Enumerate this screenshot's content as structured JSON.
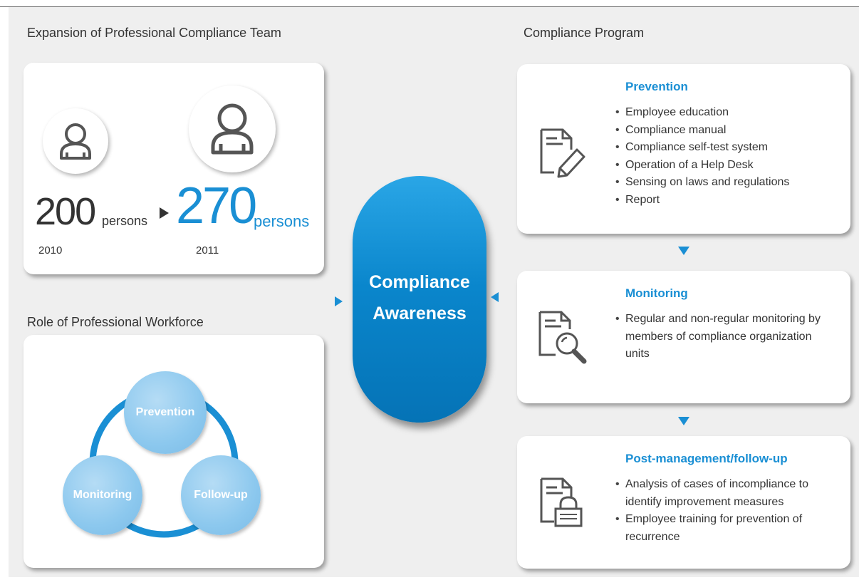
{
  "left": {
    "team_title": "Expansion of Professional Compliance Team",
    "before": {
      "count": "200",
      "unit": "persons",
      "year": "2010"
    },
    "after": {
      "count": "270",
      "unit": "persons",
      "year": "2011"
    },
    "role_title": "Role of Professional Workforce",
    "cycle_nodes": [
      "Prevention",
      "Monitoring",
      "Follow-up"
    ]
  },
  "center": {
    "line1": "Compliance",
    "line2": "Awareness"
  },
  "right": {
    "program_title": "Compliance Program",
    "blocks": [
      {
        "title": "Prevention",
        "items": [
          "Employee education",
          "Compliance manual",
          "Compliance self-test system",
          "Operation of a Help Desk",
          "Sensing on laws and regulations",
          "Report"
        ]
      },
      {
        "title": "Monitoring",
        "items": [
          "Regular and non-regular monitoring by members of compliance organization units"
        ]
      },
      {
        "title": "Post-management/follow-up",
        "items": [
          "Analysis of cases of incompliance to identify improvement measures",
          "Employee training for prevention of recurrence"
        ]
      }
    ]
  },
  "colors": {
    "accent": "#1a8fd4",
    "background": "#efefef",
    "node_fill": "#8cc8ee"
  },
  "icons": [
    "person-icon",
    "document-edit-icon",
    "document-search-icon",
    "document-lock-icon"
  ]
}
